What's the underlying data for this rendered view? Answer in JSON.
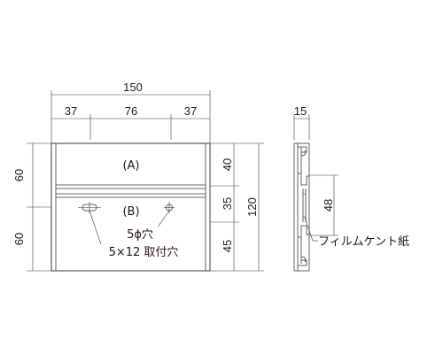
{
  "dimensions": {
    "overall_width": "150",
    "left_segment": "37",
    "middle_segment": "76",
    "right_segment": "37",
    "left_upper_height": "60",
    "left_lower_height": "60",
    "upper_panel_height": "40",
    "middle_panel_height": "35",
    "lower_panel_height": "45",
    "total_height": "120",
    "profile_depth": "15",
    "profile_slot": "48"
  },
  "labels": {
    "panel_a": "(A)",
    "panel_b": "(B)",
    "round_hole": "5ϕ穴",
    "slot_hole": "5×12 取付穴",
    "film": "フィルムケント紙"
  }
}
